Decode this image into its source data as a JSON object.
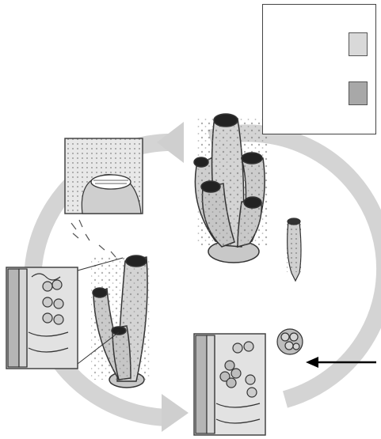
{
  "diagram": {
    "kind": "sponge-life-cycle",
    "legend": {
      "entries": [
        {
          "swatch_color": "#d9d9d9",
          "label": ""
        },
        {
          "swatch_color": "#a8a8a8",
          "label": ""
        }
      ]
    },
    "colors": {
      "cycle_arrow": "#d0d0d0",
      "sponge_body": "#cfcfcf",
      "sponge_outline": "#333333",
      "pointer_arrow": "#000000"
    },
    "stages": [
      "adult-sponge-colony",
      "free-swimming-larva",
      "gemmule-in-body-wall",
      "juvenile-sponge-colony",
      "osculum-with-sperm",
      "body-wall-cross-section"
    ]
  }
}
